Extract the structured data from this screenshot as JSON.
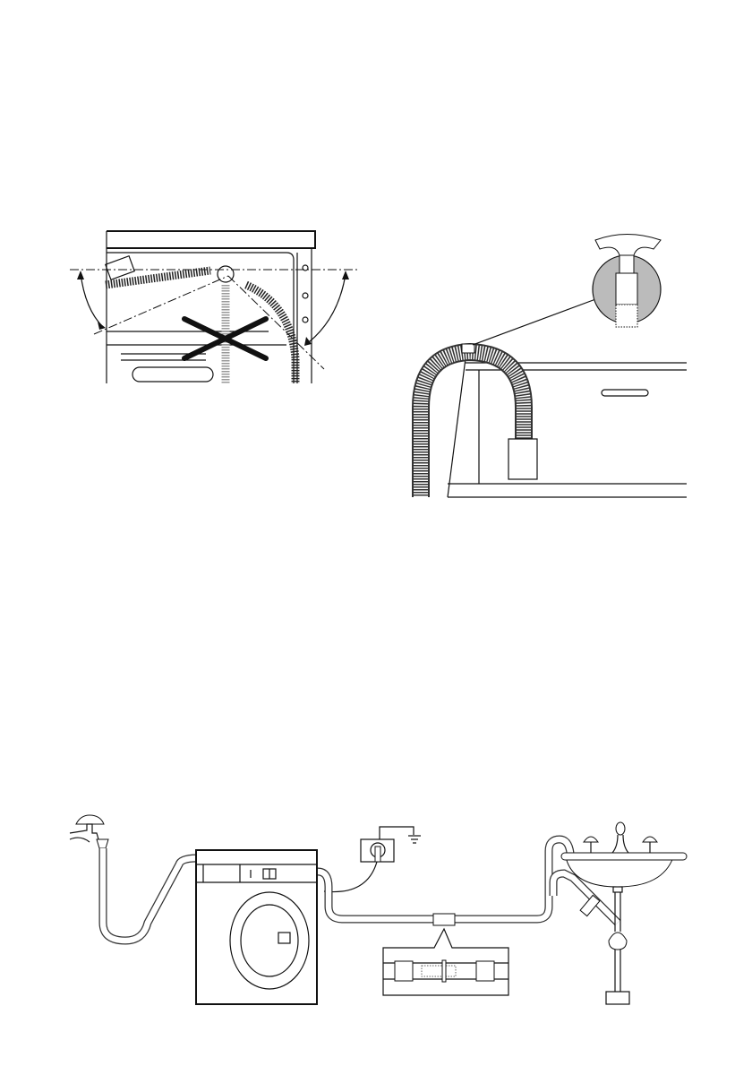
{
  "page": {
    "background": "#ffffff",
    "ink": "#111111"
  },
  "figures": [
    {
      "id": "drain-hose-angle",
      "icon": "hose-angle-illustration"
    },
    {
      "id": "drain-hose-hook",
      "icon": "hose-hook-illustration"
    },
    {
      "id": "installation-overview",
      "icon": "installation-illustration"
    }
  ]
}
